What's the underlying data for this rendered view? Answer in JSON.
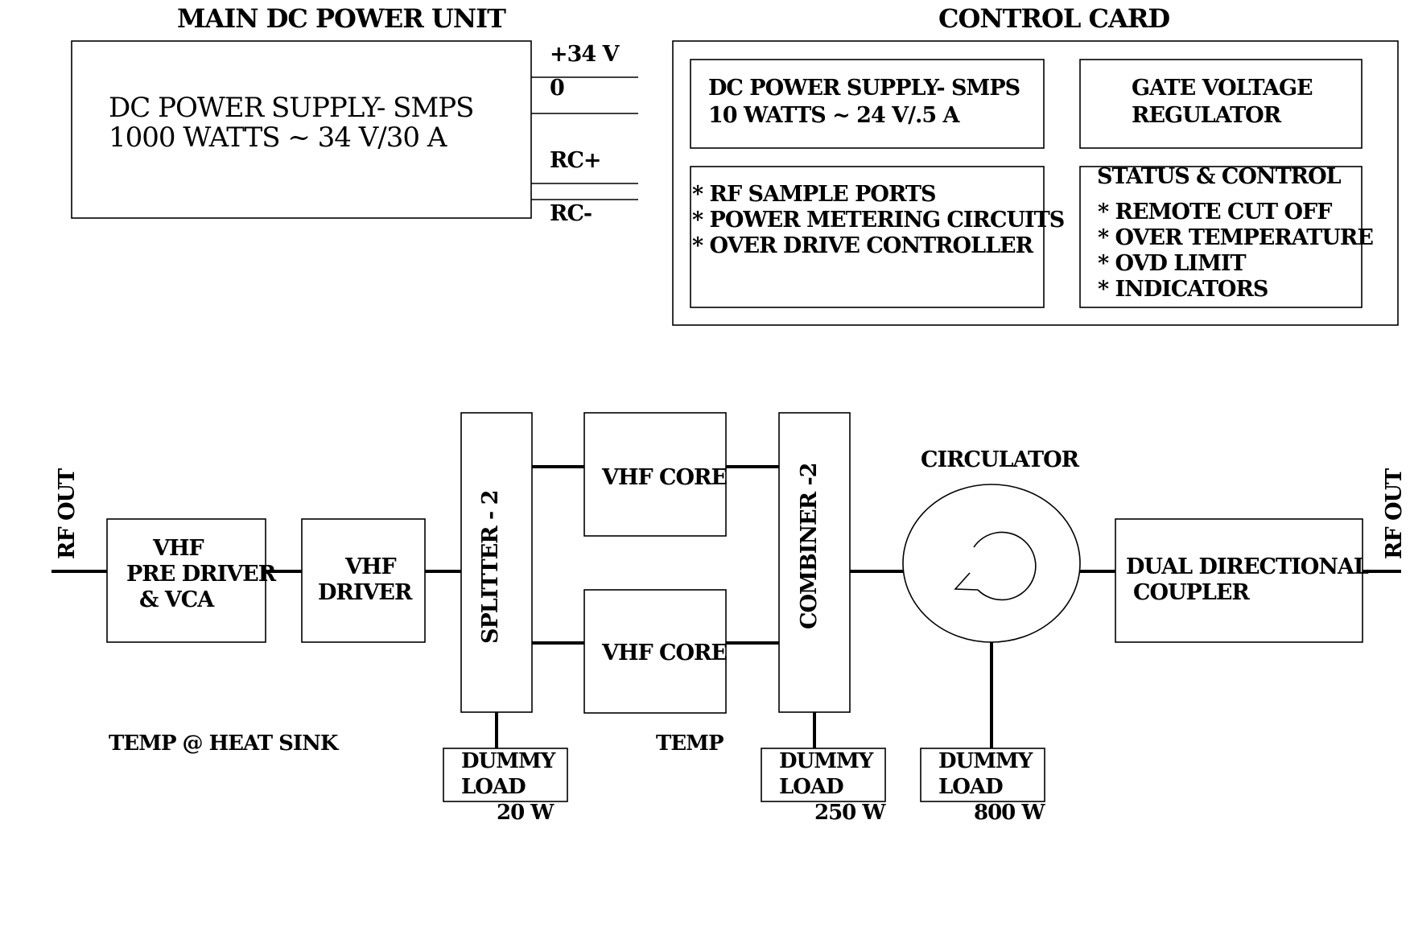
{
  "power_unit": {
    "title": "MAIN DC POWER UNIT",
    "line1": "DC POWER SUPPLY- SMPS",
    "line2": "1000 WATTS ~ 34 V/30 A",
    "terminals": [
      "+34 V",
      "0",
      "RC+",
      "RC-"
    ]
  },
  "control_card": {
    "title": "CONTROL CARD",
    "smps_line1": "DC POWER SUPPLY- SMPS",
    "smps_line2": "10 WATTS ~ 24 V/.5 A",
    "gate_line1": "GATE VOLTAGE",
    "gate_line2": "REGULATOR",
    "rf_items": [
      "* RF SAMPLE PORTS",
      "* POWER METERING CIRCUITS",
      "* OVER DRIVE CONTROLLER"
    ],
    "status_title": "STATUS & CONTROL",
    "status_items": [
      "* REMOTE CUT OFF",
      "* OVER TEMPERATURE",
      "* OVD LIMIT",
      "* INDICATORS"
    ]
  },
  "rf_chain": {
    "rf_out_left": "RF OUT",
    "rf_out_right": "RF OUT",
    "pre_driver": [
      "VHF",
      "PRE DRIVER",
      "& VCA"
    ],
    "driver": [
      "VHF",
      "DRIVER"
    ],
    "splitter": "SPLITTER - 2",
    "core_top": "VHF CORE",
    "core_bottom": "VHF CORE",
    "combiner": "COMBINER -2",
    "circulator": "CIRCULATOR",
    "coupler": [
      "DUAL DIRECTIONAL",
      "COUPLER"
    ],
    "temp_heatsink": "TEMP @ HEAT SINK",
    "temp": "TEMP",
    "dummy_loads": [
      {
        "line1": "DUMMY",
        "line2": "LOAD",
        "power": "20 W"
      },
      {
        "line1": "DUMMY",
        "line2": "LOAD",
        "power": "250 W"
      },
      {
        "line1": "DUMMY",
        "line2": "LOAD",
        "power": "800 W"
      }
    ]
  }
}
